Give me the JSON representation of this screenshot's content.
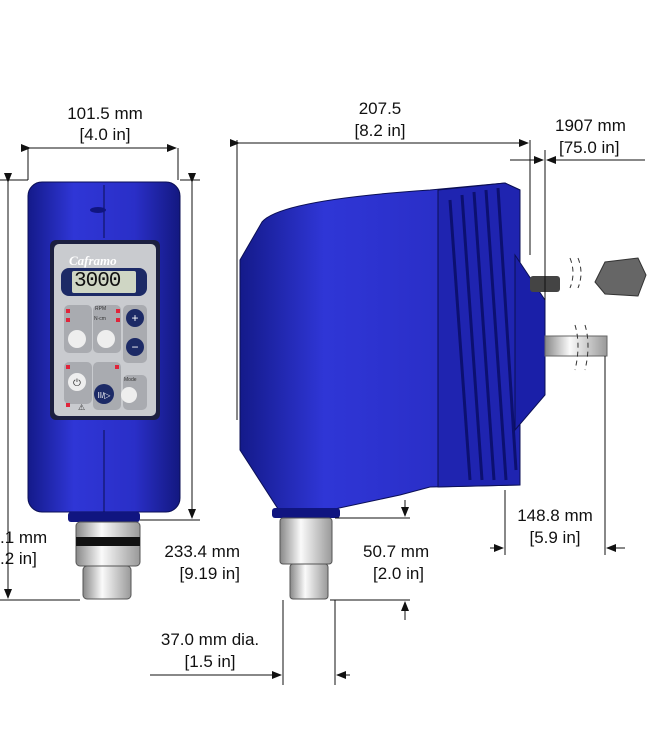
{
  "product": {
    "brand": "Caframo",
    "display_value": "3000",
    "keypad": {
      "rpm_label": "RPM",
      "ncm_label": "N·cm",
      "mode_label": "Mode"
    }
  },
  "dimensions": {
    "front_width": {
      "mm": "101.5 mm",
      "in": "[4.0 in]"
    },
    "overall_height": {
      "mm": ".1 mm",
      "in": ".2 in]"
    },
    "body_height": {
      "mm": "233.4 mm",
      "in": "[9.19 in]"
    },
    "side_depth": {
      "mm": "207.5",
      "in": "[8.2 in]"
    },
    "cord_length": {
      "mm": "1907 mm",
      "in": "[75.0 in]"
    },
    "shaft_offset": {
      "mm": "148.8 mm",
      "in": "[5.9 in]"
    },
    "chuck_height": {
      "mm": "50.7 mm",
      "in": "[2.0 in]"
    },
    "chuck_diameter": {
      "mm": "37.0 mm dia.",
      "in": "[1.5 in]"
    }
  },
  "colors": {
    "body": "#2a2fc8",
    "body_dark": "#141a8a",
    "panel": "#c9cbcf",
    "dimension": "#111111"
  }
}
